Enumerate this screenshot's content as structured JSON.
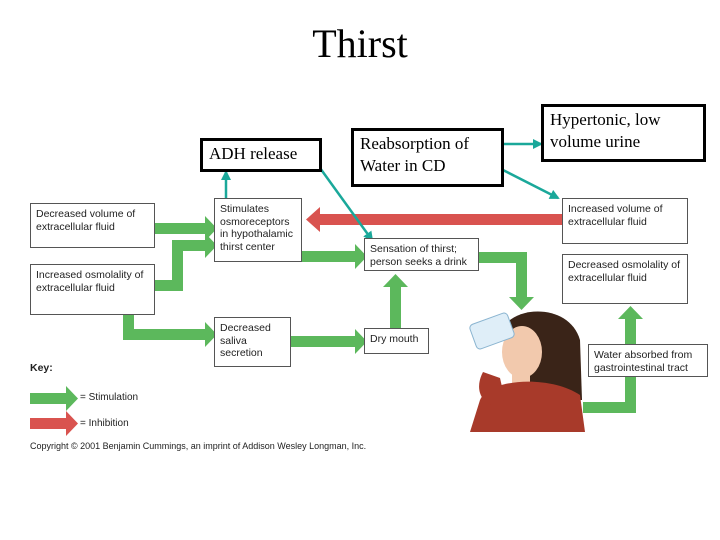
{
  "title": "Thirst",
  "slide_boxes": {
    "adh": "ADH release",
    "reabsorption": "Reabsorption of Water in CD",
    "hypertonic": "Hypertonic, low volume urine"
  },
  "boxes": {
    "dec_volume": "Decreased volume of extracellular fluid",
    "inc_osmolality": "Increased osmolality of extracellular fluid",
    "stimulates": "Stimulates osmoreceptors in hypothalamic thirst center",
    "dec_saliva": "Decreased saliva secretion",
    "sensation": "Sensation of thirst; person seeks a drink",
    "dry_mouth": "Dry mouth",
    "inc_volume": "Increased volume of extracellular fluid",
    "dec_osmolality": "Decreased osmolality of extracellular fluid",
    "water_absorbed": "Water absorbed from gastrointestinal tract"
  },
  "key": {
    "heading": "Key:",
    "stimulation": "= Stimulation",
    "inhibition": "= Inhibition"
  },
  "copyright": "Copyright © 2001 Benjamin Cummings, an imprint of Addison Wesley Longman, Inc.",
  "colors": {
    "stimulation": "#5cb85c",
    "inhibition": "#d9534f",
    "connector": "#1aa89a"
  }
}
